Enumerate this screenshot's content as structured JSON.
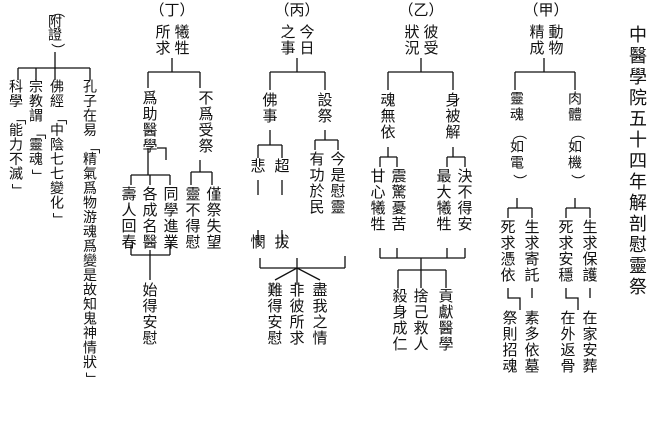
{
  "title": "中醫學院五十四年解剖慰靈祭",
  "branches": [
    {
      "id": "jia",
      "label": "（甲）",
      "heading": [
        "動物",
        "精成"
      ]
    },
    {
      "id": "yi",
      "label": "（乙）",
      "heading": [
        "彼受",
        "狀況"
      ]
    },
    {
      "id": "bing",
      "label": "（丙）",
      "heading": [
        "今日",
        "之事"
      ]
    },
    {
      "id": "ding",
      "label": "（丁）",
      "heading": [
        "犧牲",
        "所求"
      ]
    },
    {
      "id": "fu",
      "label": "（附證）",
      "heading": []
    }
  ],
  "nodes": {
    "jia_body": "肉體（如機）",
    "jia_soul": "靈魂（如電）",
    "jia_body_alive": "生求保護",
    "jia_body_dead": "死求安穩",
    "jia_soul_alive": "生求寄託",
    "jia_soul_dead": "死求憑依",
    "jia_body_final_1": "在家安葬",
    "jia_body_final_2": "在外返骨",
    "jia_soul_final_1": "素多依墓",
    "jia_soul_final_2": "祭則招魂",
    "yi_body": "身被解",
    "yi_soul": "魂無依",
    "yi_body_1": "決不得安",
    "yi_body_2": "最大犧牲",
    "yi_soul_1": "震驚憂苦",
    "yi_soul_2": "甘心犧牲",
    "yi_merge_1": "貢獻醫學",
    "yi_merge_2": "捨己救人",
    "yi_merge_3": "殺身成仁",
    "bing_a": "設祭",
    "bing_b": "佛事",
    "bing_a_1": "今是慰靈",
    "bing_a_2": "有功於民",
    "bing_b_1": "超",
    "bing_b_2": "悲",
    "bing_b_3": "拔",
    "bing_b_4": "憫",
    "bing_merge_1": "盡我之情",
    "bing_merge_2": "非彼所求",
    "bing_merge_3": "難得安慰",
    "ding_a": "不爲受祭",
    "ding_b": "爲助醫學",
    "ding_a_1": "僅祭失望",
    "ding_a_2": "靈不得慰",
    "ding_b_1": "同學進業",
    "ding_b_2": "各成名醫",
    "ding_b_3": "壽人回春",
    "ding_final": "始得安慰",
    "fu_1": "孔子在易「精氣爲物游魂爲變是故知鬼神情狀」",
    "fu_2": "佛經「中陰七七變化」",
    "fu_3": "宗教謂「靈魂」",
    "fu_4": "科學「能力不滅」"
  }
}
